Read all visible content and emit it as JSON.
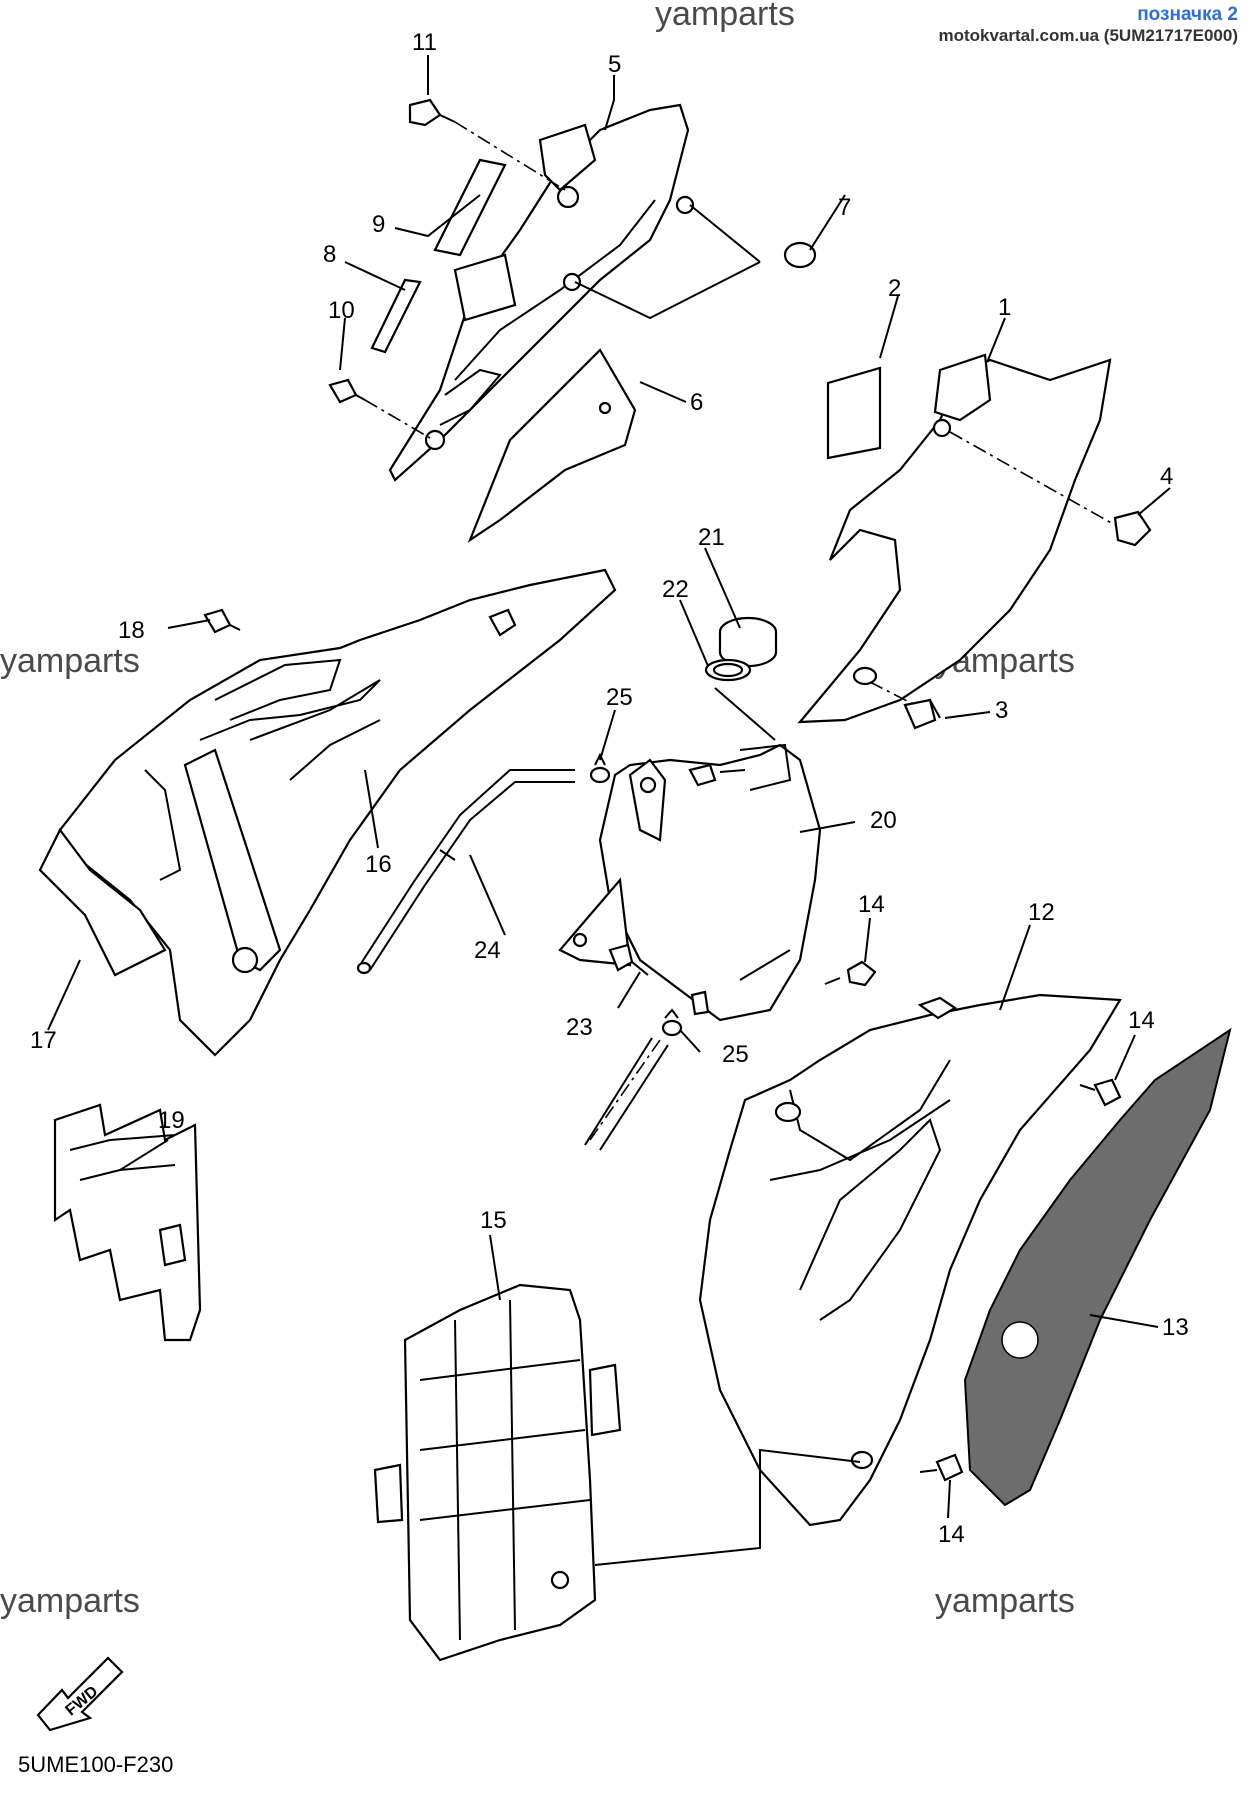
{
  "header": {
    "watermark_top": "yamparts",
    "link_title": "позначка 2",
    "link_subtitle": "motokvartal.com.ua (5UM21717E000)"
  },
  "watermarks": [
    "yamparts",
    "yamparts",
    "yamparts",
    "yamparts",
    "yamparts"
  ],
  "part_labels": {
    "p1": "1",
    "p2": "2",
    "p3": "3",
    "p4": "4",
    "p5": "5",
    "p6": "6",
    "p7": "7",
    "p8": "8",
    "p9": "9",
    "p10": "10",
    "p11": "11",
    "p12": "12",
    "p13": "13",
    "p14a": "14",
    "p14b": "14",
    "p14c": "14",
    "p15": "15",
    "p16": "16",
    "p17": "17",
    "p18": "18",
    "p19": "19",
    "p20": "20",
    "p21": "21",
    "p22": "22",
    "p23": "23",
    "p24": "24",
    "p25a": "25",
    "p25b": "25"
  },
  "fwd_label": "FWD",
  "diagram_code": "5UME100-F230"
}
